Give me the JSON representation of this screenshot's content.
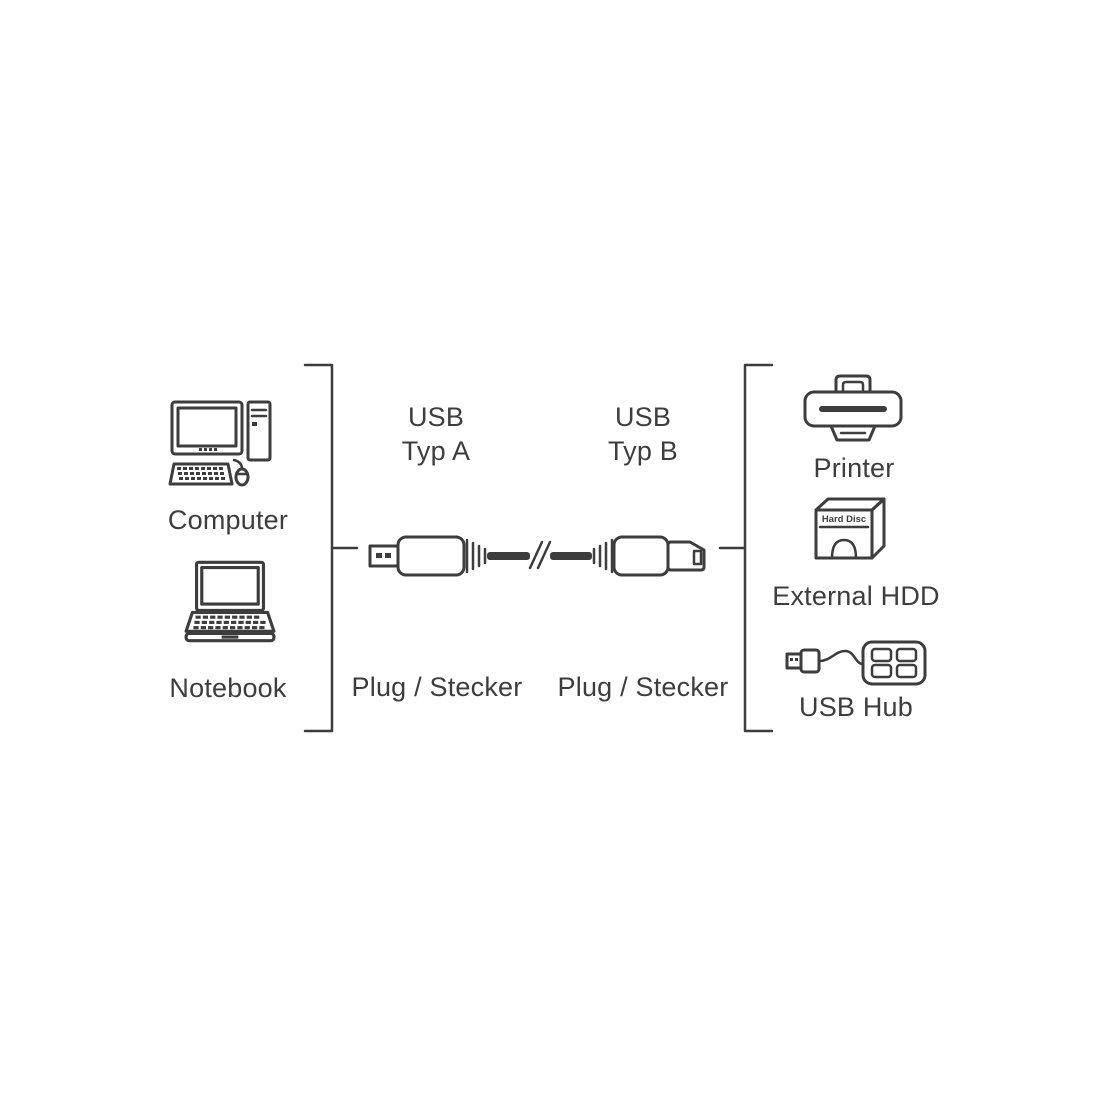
{
  "page": {
    "colors": {
      "line": "#3d3d3d",
      "background": "#ffffff"
    }
  },
  "diagram": {
    "sources": {
      "items": [
        {
          "id": "computer",
          "label": "Computer"
        },
        {
          "id": "notebook",
          "label": "Notebook"
        }
      ]
    },
    "cable": {
      "end_a": {
        "line1": "USB",
        "line2": "Typ A",
        "plug": "Plug / Stecker"
      },
      "end_b": {
        "line1": "USB",
        "line2": "Typ B",
        "plug": "Plug / Stecker"
      }
    },
    "targets": {
      "items": [
        {
          "id": "printer",
          "label": "Printer"
        },
        {
          "id": "external-hdd",
          "label": "External HDD",
          "device_text": "Hard Disc"
        },
        {
          "id": "usb-hub",
          "label": "USB Hub"
        }
      ]
    }
  }
}
